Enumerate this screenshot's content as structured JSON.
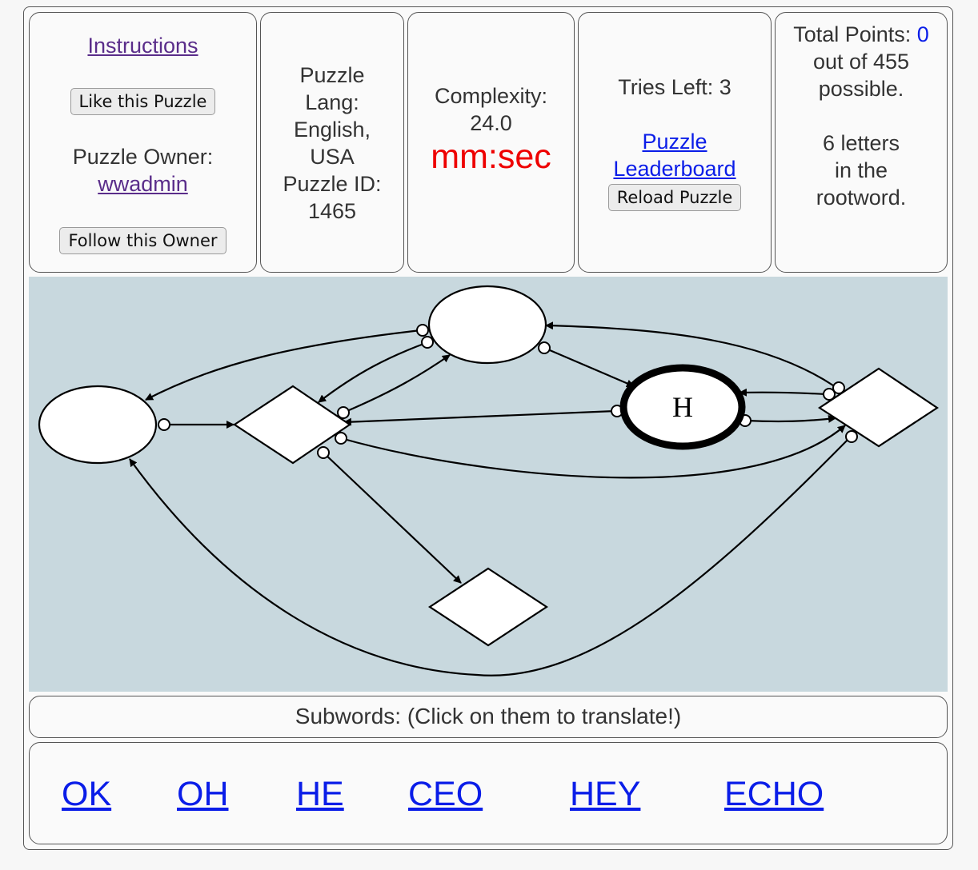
{
  "left_panel": {
    "instructions_link": "Instructions",
    "like_button": "Like this Puzzle",
    "owner_label": "Puzzle Owner:",
    "owner_name": "wwadmin",
    "follow_button": "Follow this Owner"
  },
  "lang_panel": {
    "line1": "Puzzle",
    "line2": "Lang:",
    "line3": "English,",
    "line4": "USA",
    "line5": "Puzzle ID:",
    "line6": "1465"
  },
  "complexity_panel": {
    "label": "Complexity:",
    "value": "24.0",
    "timer": "mm:sec"
  },
  "tries_panel": {
    "tries_text": "Tries Left: 3",
    "leaderboard_line1": "Puzzle",
    "leaderboard_line2": "Leaderboard",
    "reload_button": "Reload Puzzle"
  },
  "points_panel": {
    "total_label": "Total Points: ",
    "total_value": "0",
    "out_of": "out of 455",
    "possible": "possible.",
    "letters1": "6 letters",
    "letters2": "in the",
    "letters3": "rootword."
  },
  "graph": {
    "revealed_letter": "H"
  },
  "subwords": {
    "title": "Subwords: (Click on them to translate!)",
    "words": [
      "OK",
      "OH",
      "HE",
      "CEO",
      "HEY",
      "ECHO"
    ]
  },
  "colors": {
    "link_blue": "#0a1de8",
    "visited_purple": "#5a2d8a",
    "timer_red": "#ee0000",
    "graph_bg": "#c8d8de"
  }
}
